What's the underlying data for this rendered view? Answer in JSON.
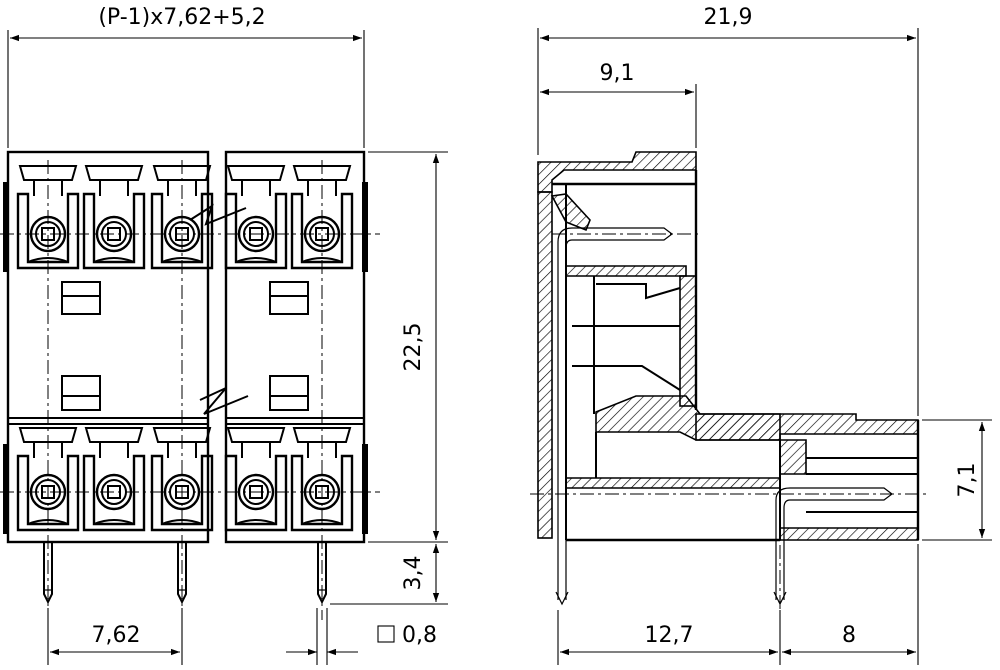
{
  "dimensions": {
    "front_width": "(P-1)x7,62+5,2",
    "front_height": "22,5",
    "pin_length": "3,4",
    "pitch": "7,62",
    "pin_section": "0,8",
    "side_depth": "21,9",
    "upper_offset": "9,1",
    "lower_height": "7,1",
    "pin_spacing": "12,7",
    "lower_depth": "8"
  }
}
